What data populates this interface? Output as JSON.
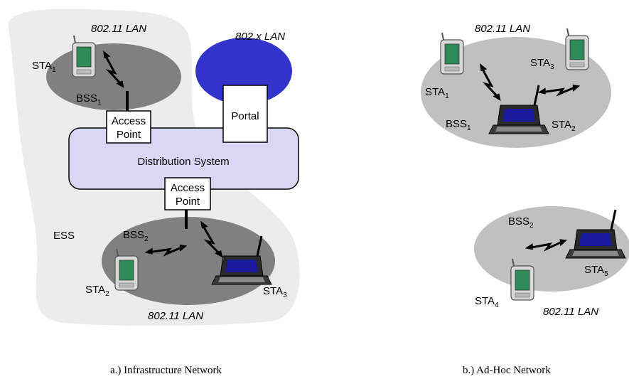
{
  "infrastructure": {
    "lan_top": "802.11 LAN",
    "lan_x": "802.x LAN",
    "lan_bottom": "802.11 LAN",
    "ess": "ESS",
    "portal": "Portal",
    "distribution_system": "Distribution System",
    "access_point_line1": "Access",
    "access_point_line2": "Point",
    "bss1": {
      "base": "BSS",
      "sub": "1"
    },
    "bss2": {
      "base": "BSS",
      "sub": "2"
    },
    "sta1": {
      "base": "STA",
      "sub": "1"
    },
    "sta2": {
      "base": "STA",
      "sub": "2"
    },
    "sta3": {
      "base": "STA",
      "sub": "3"
    },
    "caption": "a.) Infrastructure Network"
  },
  "adhoc": {
    "lan_top": "802.11 LAN",
    "lan_bottom": "802.11 LAN",
    "bss1": {
      "base": "BSS",
      "sub": "1"
    },
    "bss2": {
      "base": "BSS",
      "sub": "2"
    },
    "sta1": {
      "base": "STA",
      "sub": "1"
    },
    "sta2": {
      "base": "STA",
      "sub": "2"
    },
    "sta3": {
      "base": "STA",
      "sub": "3"
    },
    "sta4": {
      "base": "STA",
      "sub": "4"
    },
    "sta5": {
      "base": "STA",
      "sub": "5"
    },
    "caption": "b.) Ad-Hoc Network"
  },
  "colors": {
    "ess_area": "#ececec",
    "bss_infra": "#808080",
    "bss_adhoc": "#c0c0c0",
    "lan_802x": "#3333cc",
    "distribution_system": "#d8d8f4",
    "pda_screen": "#2e8b57",
    "laptop_screen": "#1a1a9e"
  }
}
